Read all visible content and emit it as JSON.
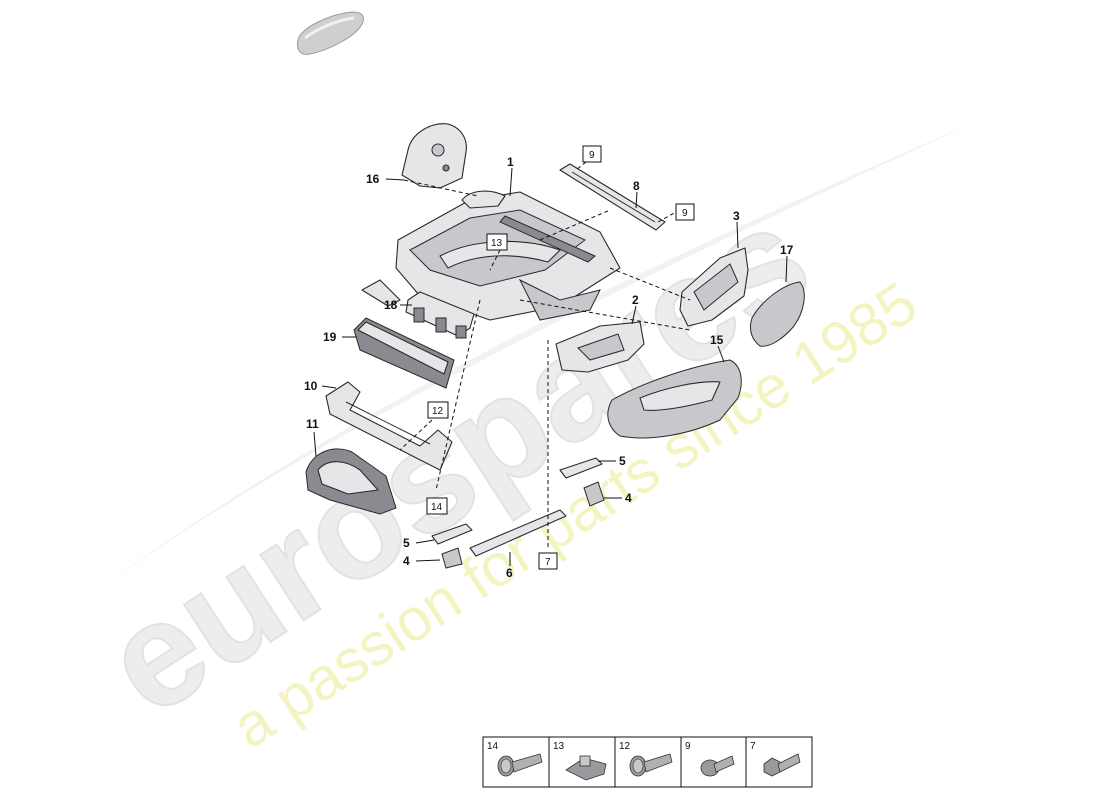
{
  "watermark": {
    "brand": "eurospares",
    "tagline": "a passion for parts since 1985"
  },
  "callouts": [
    {
      "id": "1",
      "label": "1"
    },
    {
      "id": "2",
      "label": "2"
    },
    {
      "id": "3",
      "label": "3"
    },
    {
      "id": "4a",
      "label": "4"
    },
    {
      "id": "4b",
      "label": "4"
    },
    {
      "id": "5a",
      "label": "5"
    },
    {
      "id": "5b",
      "label": "5"
    },
    {
      "id": "6",
      "label": "6"
    },
    {
      "id": "8",
      "label": "8"
    },
    {
      "id": "10",
      "label": "10"
    },
    {
      "id": "11",
      "label": "11"
    },
    {
      "id": "15",
      "label": "15"
    },
    {
      "id": "16",
      "label": "16"
    },
    {
      "id": "17",
      "label": "17"
    },
    {
      "id": "18",
      "label": "18"
    },
    {
      "id": "19",
      "label": "19"
    }
  ],
  "boxed_callouts": [
    {
      "id": "9a",
      "label": "9"
    },
    {
      "id": "9b",
      "label": "9"
    },
    {
      "id": "13",
      "label": "13"
    },
    {
      "id": "12",
      "label": "12"
    },
    {
      "id": "14",
      "label": "14"
    },
    {
      "id": "7",
      "label": "7"
    }
  ],
  "fastener_table": [
    {
      "label": "14",
      "icon": "bolt-washer-icon"
    },
    {
      "label": "13",
      "icon": "clip-nut-icon"
    },
    {
      "label": "12",
      "icon": "bolt-washer-icon"
    },
    {
      "label": "9",
      "icon": "short-bolt-icon"
    },
    {
      "label": "7",
      "icon": "hex-bolt-icon"
    }
  ]
}
